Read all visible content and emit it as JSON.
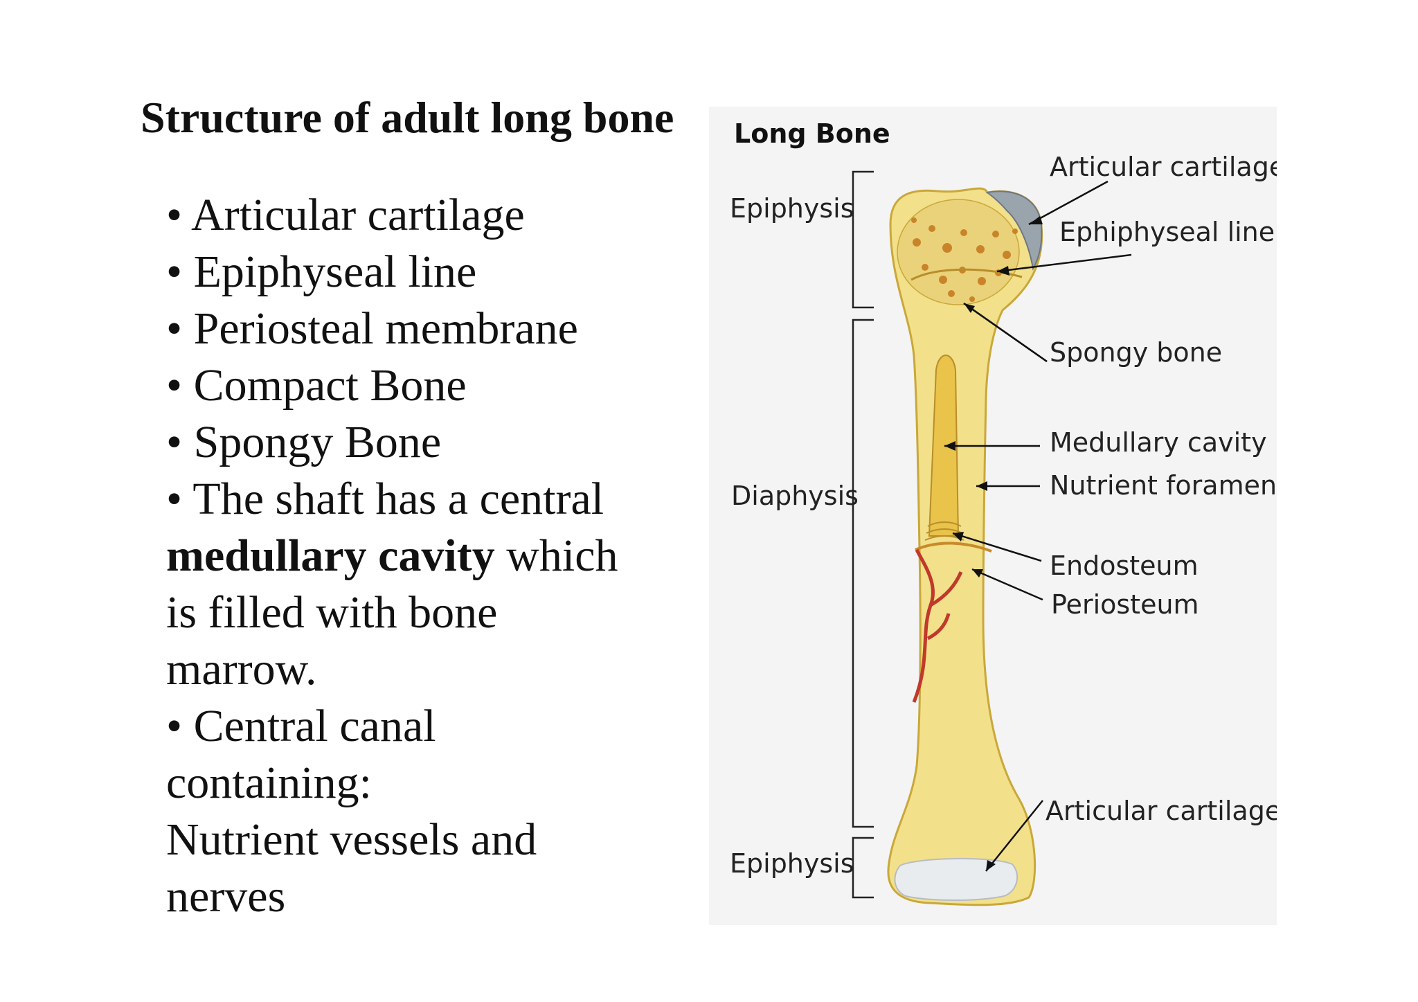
{
  "title": "Structure of adult long bone",
  "bullets": [
    {
      "parts": [
        {
          "text": "• Articular cartilage"
        }
      ]
    },
    {
      "parts": [
        {
          "text": "• Epiphyseal line"
        }
      ]
    },
    {
      "parts": [
        {
          "text": "• Periosteal membrane"
        }
      ]
    },
    {
      "parts": [
        {
          "text": "• Compact Bone"
        }
      ]
    },
    {
      "parts": [
        {
          "text": "• Spongy Bone"
        }
      ]
    },
    {
      "parts": [
        {
          "text": "• The shaft has a central"
        }
      ]
    },
    {
      "parts": [
        {
          "text": "medullary cavity",
          "bold": true
        },
        {
          "text": " which"
        }
      ]
    },
    {
      "parts": [
        {
          "text": "is filled with bone"
        }
      ]
    },
    {
      "parts": [
        {
          "text": "marrow."
        }
      ]
    },
    {
      "parts": [
        {
          "text": "• Central canal"
        }
      ]
    },
    {
      "parts": [
        {
          "text": "containing:"
        }
      ]
    },
    {
      "parts": [
        {
          "text": " Nutrient vessels and"
        }
      ]
    },
    {
      "parts": [
        {
          "text": "nerves"
        }
      ]
    }
  ],
  "diagram": {
    "heading": "Long Bone",
    "regions": {
      "epiphysis_top": "Epiphysis",
      "diaphysis": "Diaphysis",
      "epiphysis_bottom": "Epiphysis"
    },
    "labels": {
      "articular_cartilage_top": "Articular cartilage",
      "epiphyseal_line": "Ephiphyseal line",
      "spongy_bone": "Spongy bone",
      "medullary_cavity": "Medullary cavity",
      "nutrient_foramen": "Nutrient foramen",
      "endosteum": "Endosteum",
      "periosteum": "Periosteum",
      "articular_cartilage_bottom": "Articular cartilage"
    }
  },
  "colors": {
    "bone": "#f2e08a",
    "bone_edge": "#c9a83a",
    "marrow": "#e9c34a",
    "spongy_dots": "#c9842a",
    "vessel": "#c0392b",
    "cartilage": "#e8ecef"
  }
}
